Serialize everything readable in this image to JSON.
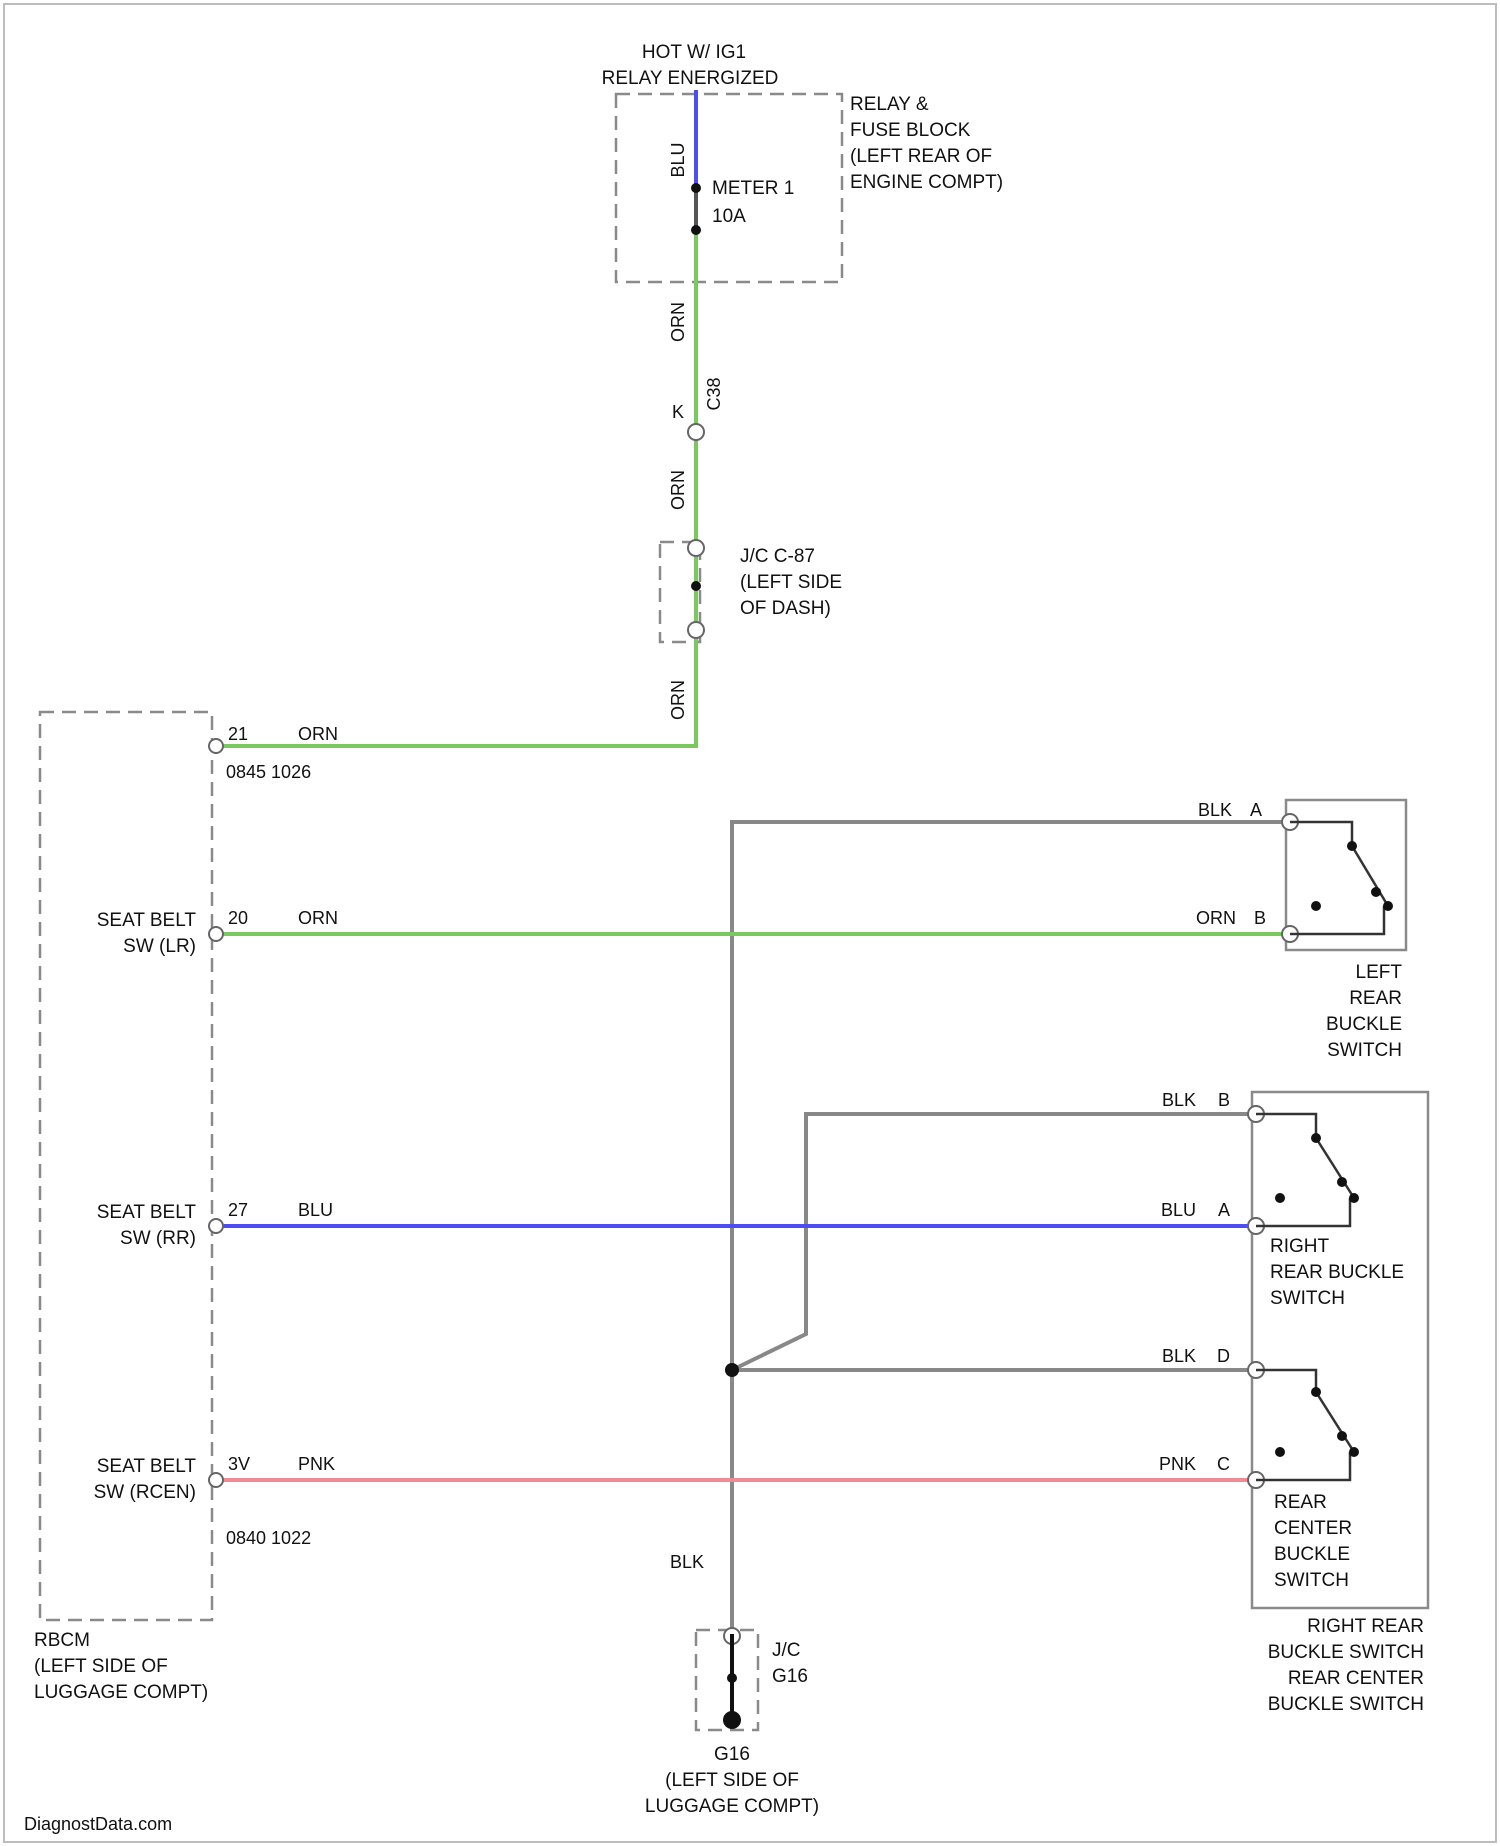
{
  "colors": {
    "green": "#79c95e",
    "blue": "#4d4df2",
    "gray": "#888888",
    "pink": "#f08a98",
    "black": "#111111"
  },
  "power_source": {
    "line1": "HOT W/ IG1",
    "line2": "RELAY ENERGIZED"
  },
  "relay_fuse_block": {
    "lines": [
      "RELAY &",
      "FUSE BLOCK",
      "(LEFT REAR OF",
      "ENGINE COMPT)"
    ]
  },
  "fuse": {
    "name": "METER 1",
    "rating": "10A"
  },
  "wire_codes": {
    "blu_top": "BLU",
    "orn1": "ORN",
    "orn2": "ORN",
    "orn3": "ORN",
    "blk_ground": "BLK"
  },
  "connector_c38": {
    "name": "C38",
    "pin": "K"
  },
  "jc_c87": {
    "lines": [
      "J/C C-87",
      "(LEFT SIDE",
      "OF DASH)"
    ]
  },
  "rbcm": {
    "connector_top": "0845 1026",
    "connector_bottom": "0840 1022",
    "location": [
      "RBCM",
      "(LEFT SIDE OF",
      "LUGGAGE COMPT)"
    ],
    "terminals": [
      {
        "pin": "21",
        "wire": "ORN",
        "label": []
      },
      {
        "pin": "20",
        "wire": "ORN",
        "label": [
          "SEAT BELT",
          "SW (LR)"
        ]
      },
      {
        "pin": "27",
        "wire": "BLU",
        "label": [
          "SEAT BELT",
          "SW (RR)"
        ]
      },
      {
        "pin": "3V",
        "wire": "PNK",
        "label": [
          "SEAT BELT",
          "SW (RCEN)"
        ]
      }
    ]
  },
  "left_rear_switch": {
    "pin_a": {
      "wire": "BLK",
      "pin": "A"
    },
    "pin_b": {
      "wire": "ORN",
      "pin": "B"
    },
    "label": [
      "LEFT",
      "REAR",
      "BUCKLE",
      "SWITCH"
    ]
  },
  "right_rear_switch": {
    "pin_b": {
      "wire": "BLK",
      "pin": "B"
    },
    "pin_a": {
      "wire": "BLU",
      "pin": "A"
    },
    "label": [
      "RIGHT",
      "REAR BUCKLE",
      "SWITCH"
    ]
  },
  "rear_center_switch": {
    "pin_d": {
      "wire": "BLK",
      "pin": "D"
    },
    "pin_c": {
      "wire": "PNK",
      "pin": "C"
    },
    "label": [
      "REAR",
      "CENTER",
      "BUCKLE",
      "SWITCH"
    ]
  },
  "combined_switch_label": [
    "RIGHT REAR",
    "BUCKLE SWITCH",
    "REAR CENTER",
    "BUCKLE SWITCH"
  ],
  "jc_g16": {
    "lines": [
      "J/C",
      "G16"
    ]
  },
  "ground": {
    "lines": [
      "G16",
      "(LEFT SIDE OF",
      "LUGGAGE COMPT)"
    ]
  },
  "watermark": "DiagnostData.com"
}
